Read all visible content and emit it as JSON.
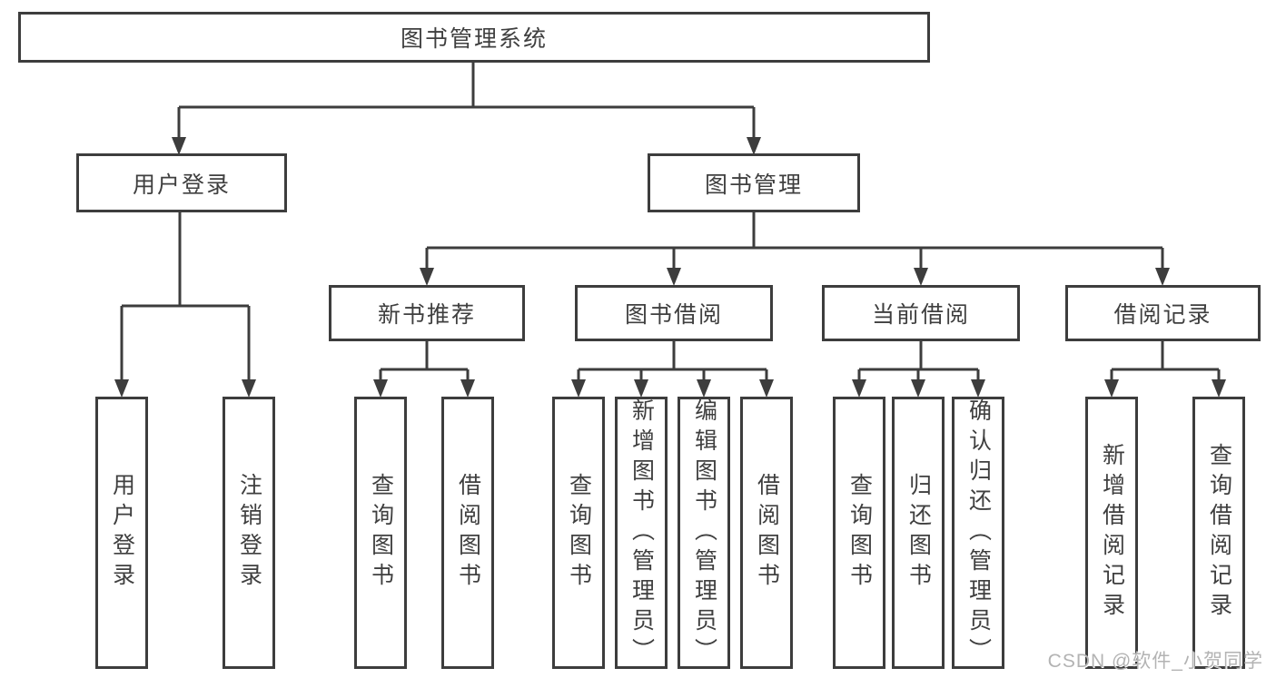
{
  "watermark": {
    "text": "CSDN @软件_小贺同学"
  },
  "colors": {
    "line": "#3d3d3d",
    "text": "#3f3f3f",
    "watermark": "#b3b3b3",
    "background": "#ffffff"
  },
  "tree": {
    "label": "图书管理系统",
    "children": [
      {
        "label": "用户登录",
        "children": [
          {
            "label": "用户登录"
          },
          {
            "label": "注销登录"
          }
        ]
      },
      {
        "label": "图书管理",
        "children": [
          {
            "label": "新书推荐",
            "children": [
              {
                "label": "查询图书"
              },
              {
                "label": "借阅图书"
              }
            ]
          },
          {
            "label": "图书借阅",
            "children": [
              {
                "label": "查询图书"
              },
              {
                "label": "新增图书（管理员）"
              },
              {
                "label": "编辑图书（管理员）"
              },
              {
                "label": "借阅图书"
              }
            ]
          },
          {
            "label": "当前借阅",
            "children": [
              {
                "label": "查询图书"
              },
              {
                "label": "归还图书"
              },
              {
                "label": "确认归还（管理员）"
              }
            ]
          },
          {
            "label": "借阅记录",
            "children": [
              {
                "label": "新增借阅记录"
              },
              {
                "label": "查询借阅记录"
              }
            ]
          }
        ]
      }
    ]
  }
}
